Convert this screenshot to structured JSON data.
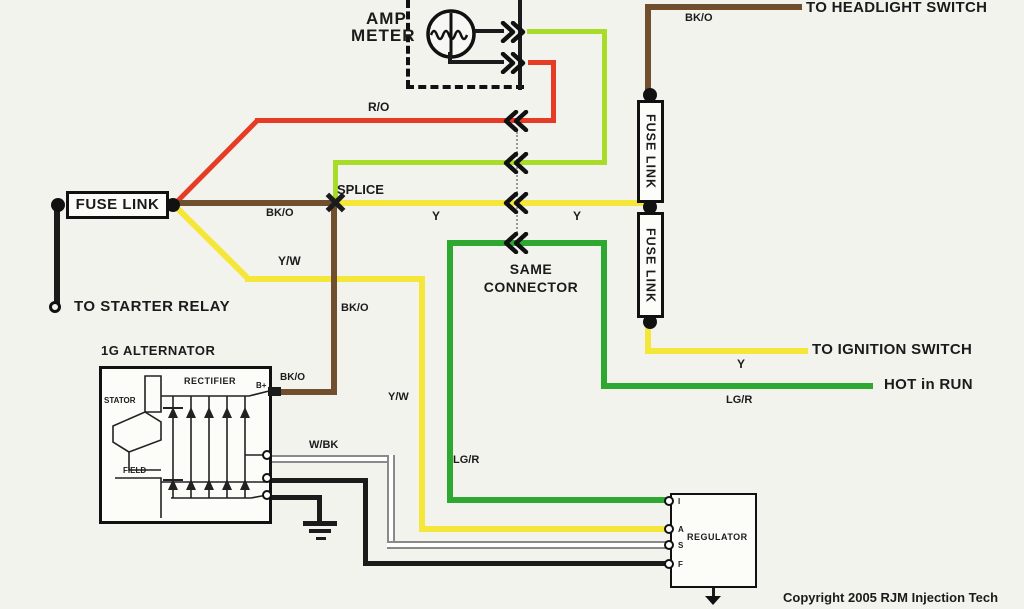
{
  "diagram": {
    "type": "wiring-diagram",
    "colors": {
      "background": "#f3f3ee",
      "red": "#e63c26",
      "light_green": "#a8dc28",
      "dark_green": "#2fa832",
      "yellow": "#f5e73a",
      "brown": "#6f4f2e",
      "black": "#1b1b1b",
      "gray_wire": "#8a8a8a"
    },
    "icons": {
      "wire_connector": "double-chevron-left",
      "meter_terminal": "double-chevron-right",
      "splice_symbol": "x-cross",
      "ground_symbol": "earth-ground",
      "open_terminal": "open-circle"
    },
    "meter": {
      "label_line1": "AMP",
      "label_line2": "METER"
    },
    "left": {
      "fuse_link": "FUSE LINK",
      "to_starter_relay": "TO STARTER RELAY",
      "bko_wire": "BK/O",
      "yw_wire": "Y/W",
      "ro_wire": "R/O",
      "splice": "SPLICE"
    },
    "middle": {
      "y_wire_left": "Y",
      "y_wire_right": "Y",
      "same_connector_line1": "SAME",
      "same_connector_line2": "CONNECTOR",
      "bko_vertical": "BK/O",
      "yw_vertical": "Y/W"
    },
    "alternator": {
      "title": "1G ALTERNATOR",
      "rectifier": "RECTIFIER",
      "stator": "STATOR",
      "field": "FIELD",
      "b_plus": "B+",
      "bko_at_bplus": "BK/O",
      "wbk_wire": "W/BK"
    },
    "right": {
      "to_headlight_switch": "TO HEADLIGHT SWITCH",
      "bko_wire": "BK/O",
      "fuse_link_upper": "FUSE LINK",
      "fuse_link_lower": "FUSE LINK",
      "to_ignition_switch": "TO IGNITION SWITCH",
      "y_wire": "Y",
      "hot_in_run": "HOT in RUN",
      "lgr_wire_right": "LG/R",
      "lgr_wire_mid": "LG/R"
    },
    "regulator": {
      "title": "REGULATOR",
      "terminals": [
        "I",
        "A",
        "S",
        "F"
      ]
    },
    "footer": {
      "copyright": "Copyright 2005 RJM Injection Tech"
    }
  }
}
